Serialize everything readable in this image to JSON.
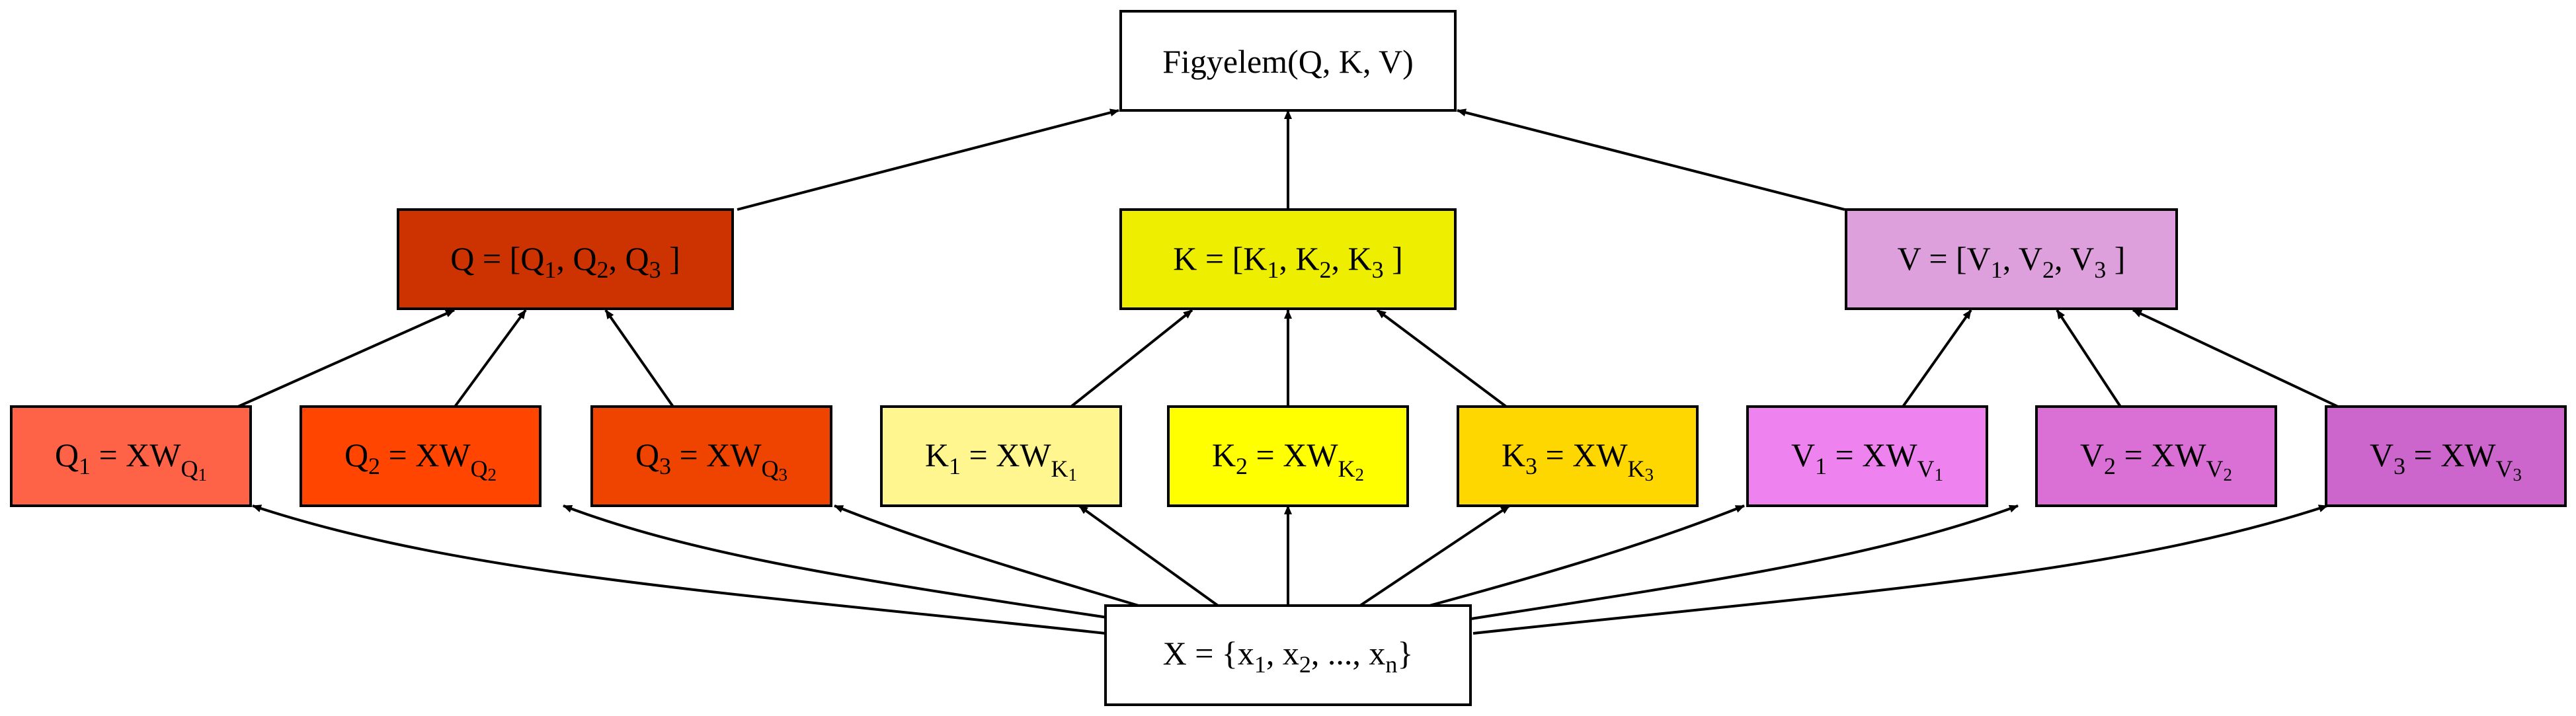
{
  "nodes": {
    "attention": {
      "text": "Figyelem(Q, K, V)",
      "fill": "#ffffff"
    },
    "q_concat": {
      "fill": "#cc3300",
      "parts": {
        "a": "Q = [Q",
        "s1": "1",
        "b": ", Q",
        "s2": "2",
        "c": ", Q",
        "s3": "3",
        "d": " ]"
      }
    },
    "k_concat": {
      "fill": "#eeee00",
      "parts": {
        "a": "K = [K",
        "s1": "1",
        "b": ", K",
        "s2": "2",
        "c": ", K",
        "s3": "3",
        "d": " ]"
      }
    },
    "v_concat": {
      "fill": "#dda0dd",
      "parts": {
        "a": "V = [V",
        "s1": "1",
        "b": ", V",
        "s2": "2",
        "c": ", V",
        "s3": "3",
        "d": " ]"
      }
    },
    "q1": {
      "fill": "#ff6347",
      "a": "Q",
      "s": "1",
      "b": " = XW",
      "c": "Q",
      "d": "1"
    },
    "q2": {
      "fill": "#ff4500",
      "a": "Q",
      "s": "2",
      "b": " = XW",
      "c": "Q",
      "d": "2"
    },
    "q3": {
      "fill": "#ee4400",
      "a": "Q",
      "s": "3",
      "b": " = XW",
      "c": "Q",
      "d": "3"
    },
    "k1": {
      "fill": "#fff68f",
      "a": "K",
      "s": "1",
      "b": " = XW",
      "c": "K",
      "d": "1"
    },
    "k2": {
      "fill": "#ffff00",
      "a": "K",
      "s": "2",
      "b": " = XW",
      "c": "K",
      "d": "2"
    },
    "k3": {
      "fill": "#ffd700",
      "a": "K",
      "s": "3",
      "b": " = XW",
      "c": "K",
      "d": "3"
    },
    "v1": {
      "fill": "#ee82ee",
      "a": "V",
      "s": "1",
      "b": " = XW",
      "c": "V",
      "d": "1"
    },
    "v2": {
      "fill": "#da70d6",
      "a": "V",
      "s": "2",
      "b": " = XW",
      "c": "V",
      "d": "2"
    },
    "v3": {
      "fill": "#cc66cc",
      "a": "V",
      "s": "3",
      "b": " = XW",
      "c": "V",
      "d": "3"
    },
    "input": {
      "fill": "#ffffff",
      "parts": {
        "a": "X = {x",
        "s1": "1",
        "b": ", x",
        "s2": "2",
        "c": ", ..., x",
        "sn": "n",
        "d": "}"
      }
    }
  }
}
